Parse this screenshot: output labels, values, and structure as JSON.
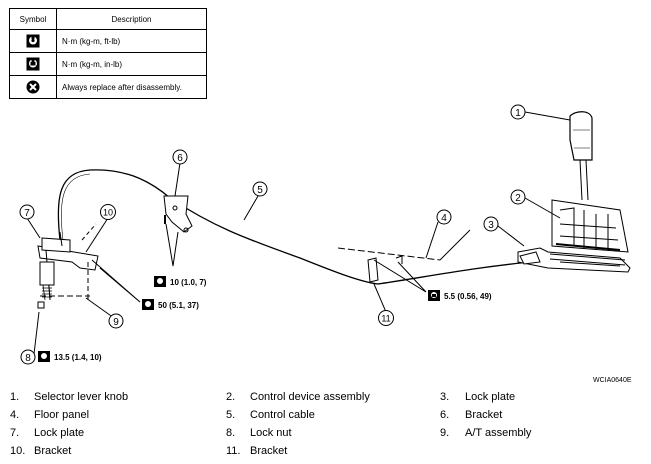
{
  "legend": {
    "header_symbol": "Symbol",
    "header_description": "Description",
    "rows": [
      {
        "icon": "torque-wrench-icon",
        "description": "N·m (kg-m, ft-lb)"
      },
      {
        "icon": "torque-wrench-small-icon",
        "description": "N·m (kg-m, in-lb)"
      },
      {
        "icon": "replace-part-icon",
        "description": "Always replace after disassembly."
      }
    ]
  },
  "callouts": [
    "1",
    "2",
    "3",
    "4",
    "5",
    "6",
    "7",
    "8",
    "9",
    "10",
    "11"
  ],
  "torque_specs": {
    "t10": "10 (1.0, 7)",
    "t50": "50 (5.1, 37)",
    "t55": "5.5 (0.56, 49)",
    "t135": "13.5 (1.4, 10)"
  },
  "figure_code": "WCIA0640E",
  "parts": [
    {
      "num": "1.",
      "name": "Selector lever knob"
    },
    {
      "num": "2.",
      "name": "Control device assembly"
    },
    {
      "num": "3.",
      "name": "Lock plate"
    },
    {
      "num": "4.",
      "name": "Floor panel"
    },
    {
      "num": "5.",
      "name": "Control cable"
    },
    {
      "num": "6.",
      "name": "Bracket"
    },
    {
      "num": "7.",
      "name": "Lock plate"
    },
    {
      "num": "8.",
      "name": "Lock nut"
    },
    {
      "num": "9.",
      "name": "A/T assembly"
    },
    {
      "num": "10.",
      "name": "Bracket"
    },
    {
      "num": "11.",
      "name": "Bracket"
    }
  ]
}
